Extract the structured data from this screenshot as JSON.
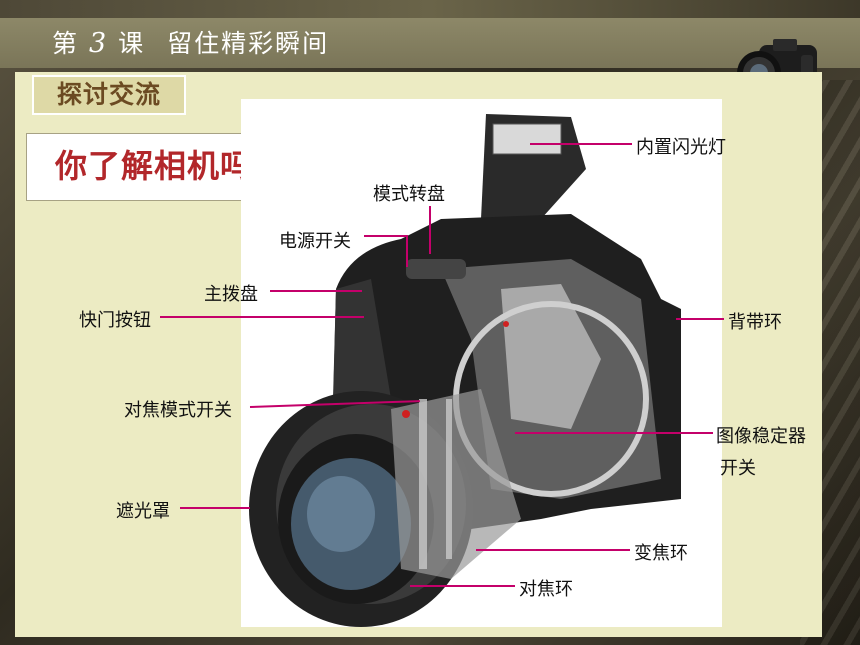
{
  "header": {
    "lesson_prefix": "第",
    "lesson_number": "3",
    "lesson_unit": "课",
    "lesson_title": "留住精彩瞬间"
  },
  "section_tag": "探讨交流",
  "question": "你了解相机吗？",
  "camera_labels": {
    "flash": "内置闪光灯",
    "mode_dial": "模式转盘",
    "power_switch": "电源开关",
    "main_dial": "主拨盘",
    "shutter_button": "快门按钮",
    "strap_ring": "背带环",
    "focus_mode_switch": "对焦模式开关",
    "stabilizer_switch_line1": "图像稳定器",
    "stabilizer_switch_line2": "开关",
    "lens_hood": "遮光罩",
    "zoom_ring": "变焦环",
    "focus_ring": "对焦环"
  },
  "colors": {
    "leader_line": "#c4006a",
    "question_text": "#b2272a",
    "tag_text": "#6b4a22"
  }
}
